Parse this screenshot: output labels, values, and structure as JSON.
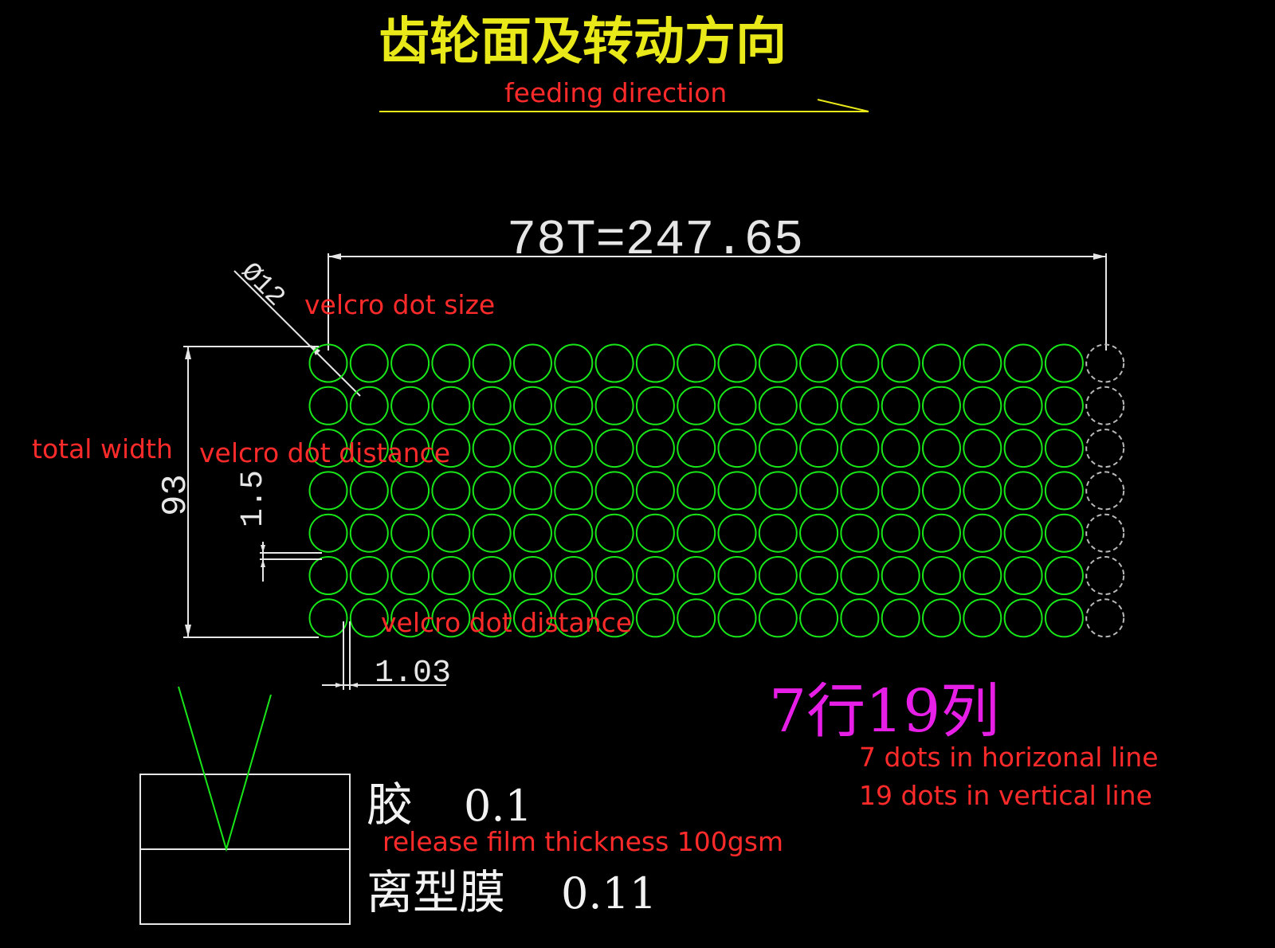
{
  "title": "齿轮面及转动方向",
  "feeding_direction": "feeding direction",
  "dimension_top": "78T=247.65",
  "diameter_label": "Ø12",
  "labels": {
    "dot_size": "velcro dot size",
    "total_width": "total width",
    "dot_distance_vertical": "velcro dot distance",
    "dot_distance_horizontal": "velcro dot distance",
    "release_film": "release film thickness 100gsm",
    "dots_horizontal": "7 dots in horizonal line",
    "dots_vertical": "19 dots in vertical line"
  },
  "dimensions": {
    "height": "93",
    "vertical_gap": "1.5",
    "horizontal_gap": "1.03"
  },
  "rows_cols": "7行19列",
  "grid": {
    "rows": 7,
    "cols": 19,
    "ghost_cols": 1
  },
  "layers": [
    {
      "name": "胶",
      "value": "0.1"
    },
    {
      "name": "离型膜",
      "value": "0.11"
    }
  ],
  "colors": {
    "background": "#000000",
    "title": "#e9e919",
    "annotation": "#ff2a2a",
    "dots": "#19e619",
    "ghost_dots": "#b8b8b8",
    "dimension": "#e6e6e6",
    "rows_cols": "#e61ee6"
  }
}
